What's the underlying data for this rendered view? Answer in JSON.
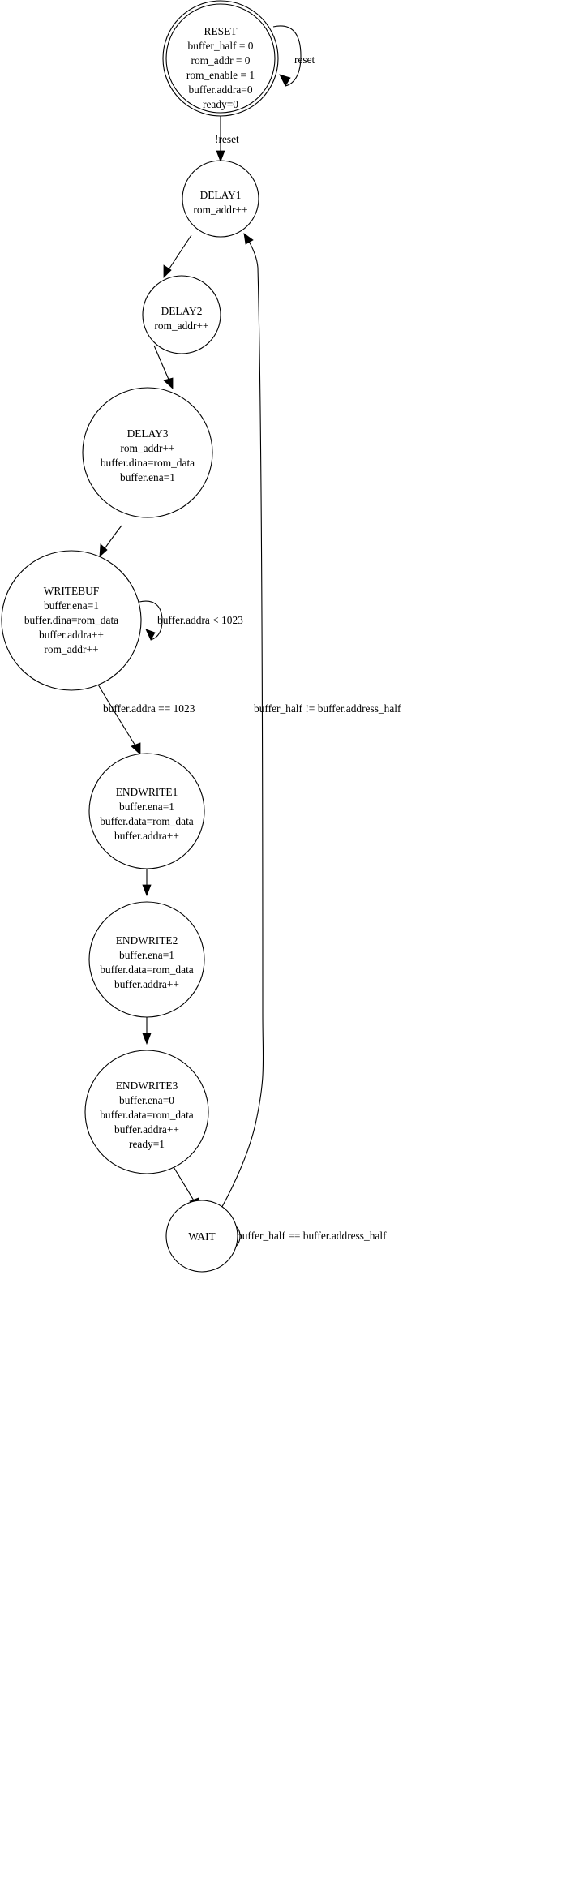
{
  "diagram": {
    "kind": "finite-state-machine",
    "background_color": "#ffffff",
    "line_color": "#000000",
    "text_color": "#000000"
  },
  "states": [
    {
      "id": "reset",
      "name": "RESET",
      "shape": "doublecircle",
      "lines": [
        "buffer_half = 0",
        "rom_addr = 0",
        "rom_enable = 1",
        "buffer.addra=0",
        "ready=0"
      ]
    },
    {
      "id": "delay1",
      "name": "DELAY1",
      "shape": "circle",
      "lines": [
        "rom_addr++"
      ]
    },
    {
      "id": "delay2",
      "name": "DELAY2",
      "shape": "circle",
      "lines": [
        "rom_addr++"
      ]
    },
    {
      "id": "delay3",
      "name": "DELAY3",
      "shape": "circle",
      "lines": [
        "rom_addr++",
        "buffer.dina=rom_data",
        "buffer.ena=1"
      ]
    },
    {
      "id": "writebuf",
      "name": "WRITEBUF",
      "shape": "circle",
      "lines": [
        "buffer.ena=1",
        "buffer.dina=rom_data",
        "buffer.addra++",
        "rom_addr++"
      ]
    },
    {
      "id": "endwrite1",
      "name": "ENDWRITE1",
      "shape": "circle",
      "lines": [
        "buffer.ena=1",
        "buffer.data=rom_data",
        "buffer.addra++"
      ]
    },
    {
      "id": "endwrite2",
      "name": "ENDWRITE2",
      "shape": "circle",
      "lines": [
        "buffer.ena=1",
        "buffer.data=rom_data",
        "buffer.addra++"
      ]
    },
    {
      "id": "endwrite3",
      "name": "ENDWRITE3",
      "shape": "circle",
      "lines": [
        "buffer.ena=0",
        "buffer.data=rom_data",
        "buffer.addra++",
        "ready=1"
      ]
    },
    {
      "id": "wait",
      "name": "WAIT",
      "shape": "circle",
      "lines": []
    }
  ],
  "transitions": [
    {
      "id": "t-reset-self",
      "from": "RESET",
      "to": "RESET",
      "label": "reset"
    },
    {
      "id": "t-reset-delay1",
      "from": "RESET",
      "to": "DELAY1",
      "label": "!reset"
    },
    {
      "id": "t-delay1-delay2",
      "from": "DELAY1",
      "to": "DELAY2",
      "label": ""
    },
    {
      "id": "t-delay2-delay3",
      "from": "DELAY2",
      "to": "DELAY3",
      "label": ""
    },
    {
      "id": "t-delay3-writebuf",
      "from": "DELAY3",
      "to": "WRITEBUF",
      "label": ""
    },
    {
      "id": "t-writebuf-self",
      "from": "WRITEBUF",
      "to": "WRITEBUF",
      "label": "buffer.addra < 1023"
    },
    {
      "id": "t-writebuf-ew1",
      "from": "WRITEBUF",
      "to": "ENDWRITE1",
      "label": "buffer.addra == 1023"
    },
    {
      "id": "t-ew1-ew2",
      "from": "ENDWRITE1",
      "to": "ENDWRITE2",
      "label": ""
    },
    {
      "id": "t-ew2-ew3",
      "from": "ENDWRITE2",
      "to": "ENDWRITE3",
      "label": ""
    },
    {
      "id": "t-ew3-wait",
      "from": "ENDWRITE3",
      "to": "WAIT",
      "label": ""
    },
    {
      "id": "t-wait-self",
      "from": "WAIT",
      "to": "WAIT",
      "label": "buffer_half == buffer.address_half"
    },
    {
      "id": "t-wait-delay1",
      "from": "WAIT",
      "to": "DELAY1",
      "label": "buffer_half != buffer.address_half"
    }
  ]
}
